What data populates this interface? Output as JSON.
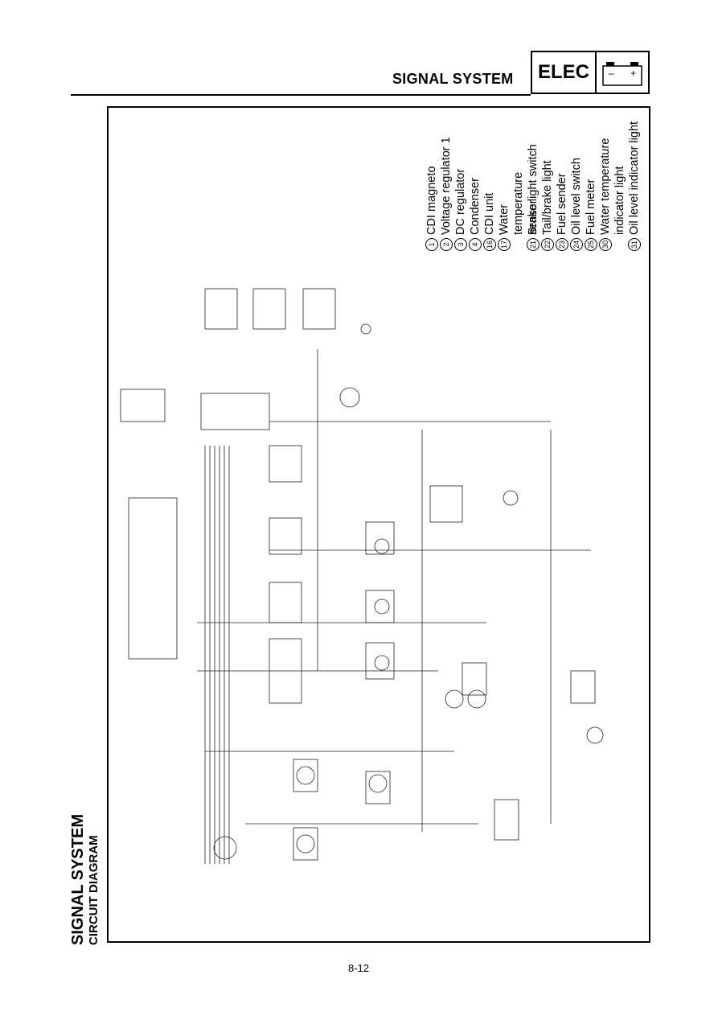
{
  "header": {
    "title": "SIGNAL SYSTEM",
    "badge": "ELEC",
    "battery_minus": "–",
    "battery_plus": "+"
  },
  "page_title": {
    "main": "SIGNAL SYSTEM",
    "sub": "CIRCUIT DIAGRAM"
  },
  "legend": [
    {
      "num": "1",
      "label": "CDI magneto"
    },
    {
      "num": "2",
      "label": "Voltage regulator 1"
    },
    {
      "num": "3",
      "label": "DC regulator"
    },
    {
      "num": "4",
      "label": "Condenser"
    },
    {
      "num": "16",
      "label": "CDI unit"
    },
    {
      "num": "17",
      "label": "Water temperature sensor"
    },
    {
      "num": "21",
      "label": "Brake light switch"
    },
    {
      "num": "22",
      "label": "Tail/brake light"
    },
    {
      "num": "23",
      "label": "Fuel sender"
    },
    {
      "num": "24",
      "label": "Oil level switch"
    },
    {
      "num": "25",
      "label": "Fuel meter"
    },
    {
      "num": "30",
      "label": "Water temperature indicator light"
    },
    {
      "num": "31",
      "label": "Oil level indicator light"
    }
  ],
  "page_number": "8-12"
}
